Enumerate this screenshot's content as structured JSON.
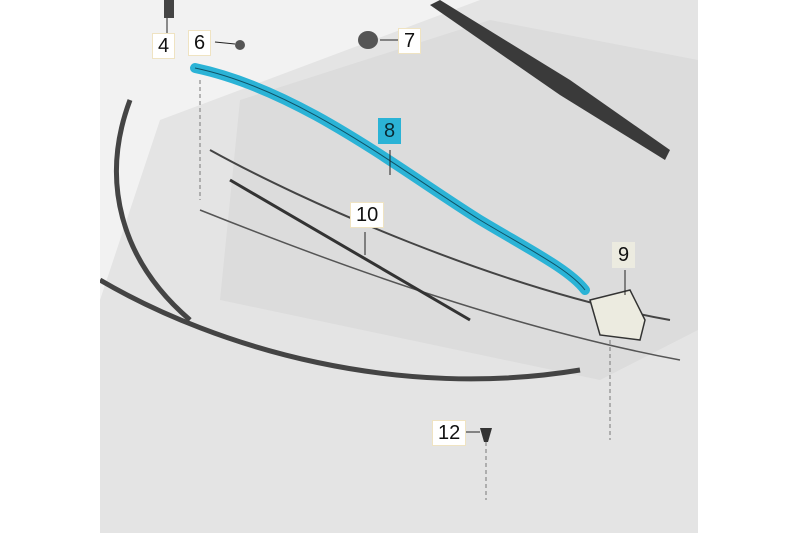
{
  "diagram": {
    "type": "exploded parts diagram",
    "subject": "front hood / bonnet area with windscreen cowl seal",
    "callouts": [
      {
        "id": "4",
        "label": "4"
      },
      {
        "id": "6",
        "label": "6"
      },
      {
        "id": "7",
        "label": "7"
      },
      {
        "id": "8",
        "label": "8",
        "highlighted": true
      },
      {
        "id": "9",
        "label": "9"
      },
      {
        "id": "10",
        "label": "10"
      },
      {
        "id": "12",
        "label": "12"
      }
    ],
    "colors": {
      "highlight": "#2bb3d6",
      "background": "#f2f2f2",
      "line": "#222222",
      "part_fill": "#ecebe0"
    }
  }
}
